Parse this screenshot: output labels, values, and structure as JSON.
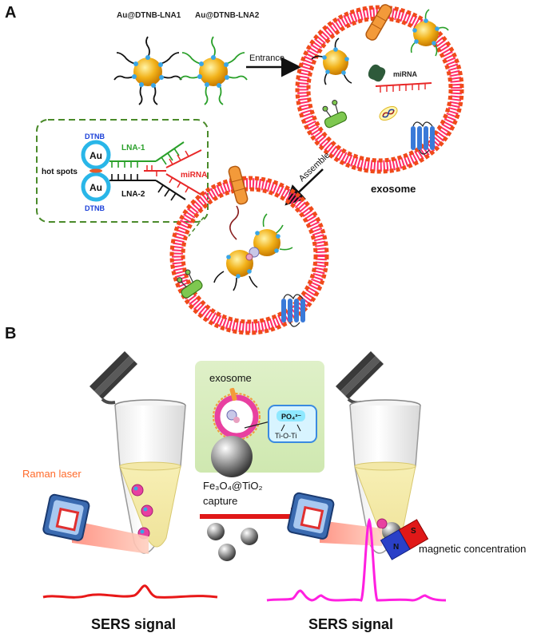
{
  "panel_a": {
    "label": "A",
    "np1_name": "Au@DTNB-LNA1",
    "np2_name": "Au@DTNB-LNA2",
    "entrance": "Entrance",
    "mirna": "miRNA",
    "exosome": "exosome",
    "assemble": "Assemble",
    "inset": {
      "dtnb_top": "DTNB",
      "dtnb_bottom": "DTNB",
      "au_top": "Au",
      "au_bottom": "Au",
      "hot_spots": "hot spots",
      "lna1": "LNA-1",
      "lna2": "LNA-2",
      "mirna": "miRNA"
    }
  },
  "panel_b": {
    "label": "B",
    "raman_laser": "Raman laser",
    "exosome": "exosome",
    "po4": "PO₄³⁻",
    "tioti": "Ti-O-Ti",
    "capture_line1": "Fe₃O₄@TiO₂",
    "capture_line2": "capture",
    "magnet_s": "S",
    "magnet_n": "N",
    "magnetic": "magnetic concentration",
    "sers_left": "SERS signal",
    "sers_right": "SERS signal"
  },
  "colors": {
    "gold": "#f2b21a",
    "membrane": "#ff2b6a",
    "head": "#f04a1a",
    "lna1": "#2aa02a",
    "lna2": "#111111",
    "mirna": "#e82828",
    "dtnb": "#1a3fd8",
    "arrow_red": "#e01818",
    "spectrum_left": "#e81818",
    "spectrum_right": "#ff20e0",
    "inset_border": "#4a8a2a",
    "laser": "#ff6a2a"
  }
}
